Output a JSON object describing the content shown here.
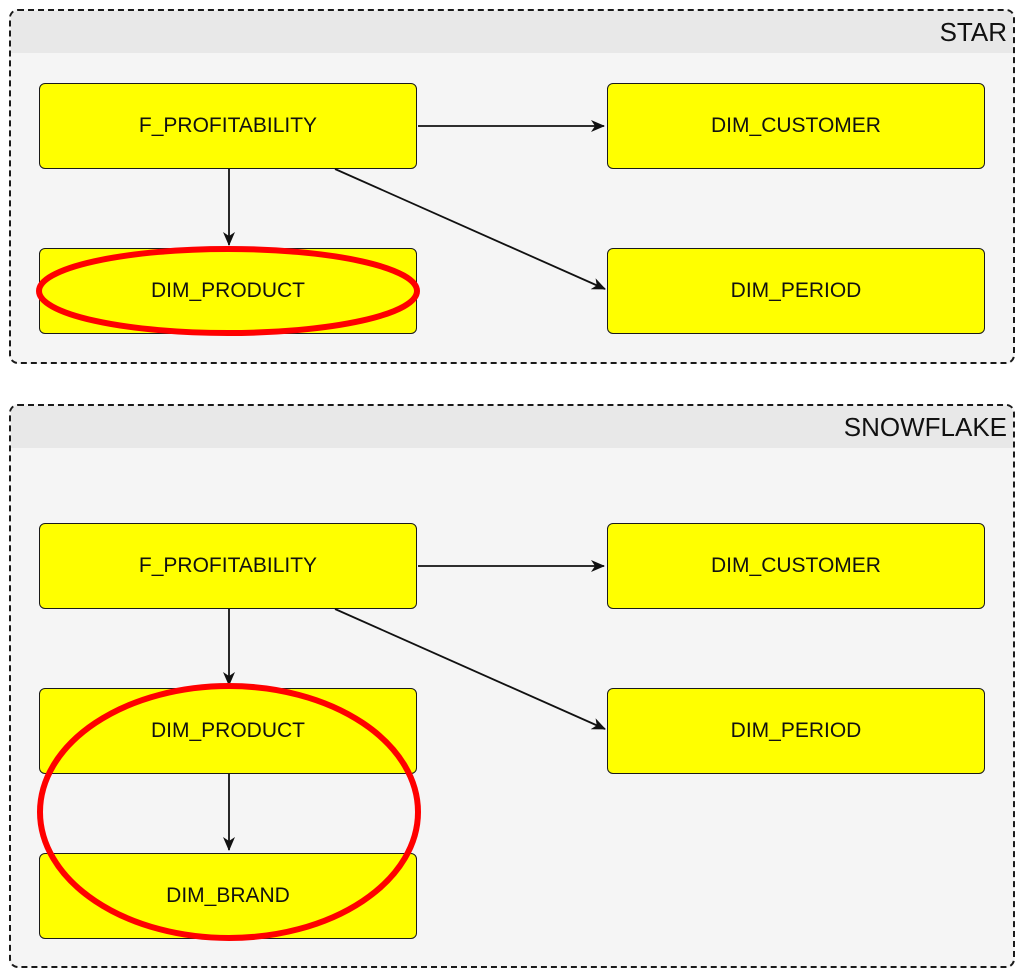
{
  "groups": [
    {
      "id": "star",
      "title": "STAR",
      "nodes": {
        "fact": "F_PROFITABILITY",
        "customer": "DIM_CUSTOMER",
        "product": "DIM_PRODUCT",
        "period": "DIM_PERIOD"
      }
    },
    {
      "id": "snowflake",
      "title": "SNOWFLAKE",
      "nodes": {
        "fact": "F_PROFITABILITY",
        "customer": "DIM_CUSTOMER",
        "product": "DIM_PRODUCT",
        "period": "DIM_PERIOD",
        "brand": "DIM_BRAND"
      }
    }
  ],
  "edges": [
    {
      "group": "star",
      "from": "fact",
      "to": "customer"
    },
    {
      "group": "star",
      "from": "fact",
      "to": "product"
    },
    {
      "group": "star",
      "from": "fact",
      "to": "period"
    },
    {
      "group": "snowflake",
      "from": "fact",
      "to": "customer"
    },
    {
      "group": "snowflake",
      "from": "fact",
      "to": "product"
    },
    {
      "group": "snowflake",
      "from": "fact",
      "to": "period"
    },
    {
      "group": "snowflake",
      "from": "product",
      "to": "brand"
    }
  ],
  "colors": {
    "node_fill": "#ffff00",
    "highlight": "#ff0000",
    "group_fill": "#f5f5f5",
    "group_header": "#e8e8e8",
    "edge": "#111111"
  },
  "highlights": [
    {
      "group": "star",
      "covers": [
        "product"
      ]
    },
    {
      "group": "snowflake",
      "covers": [
        "product",
        "brand"
      ]
    }
  ]
}
